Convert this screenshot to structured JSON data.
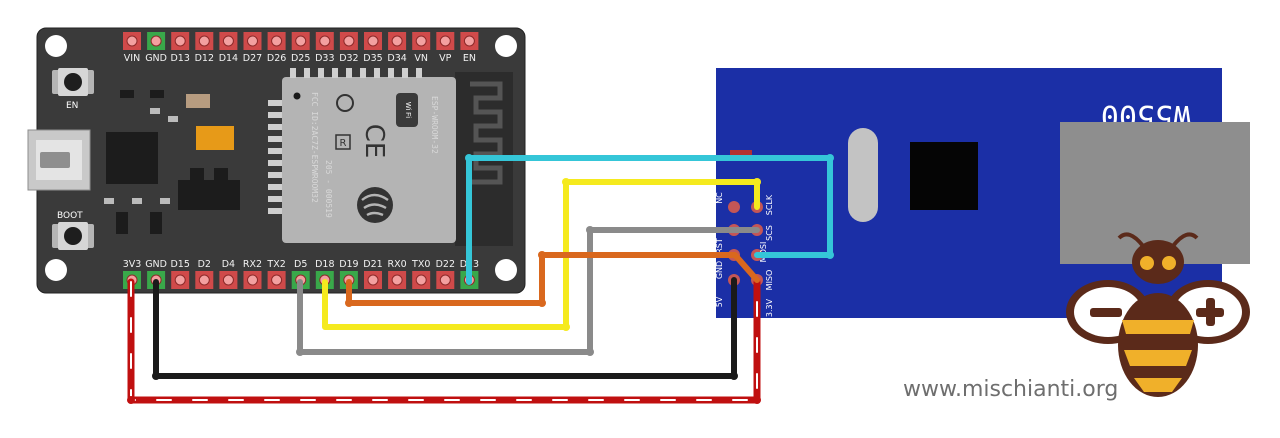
{
  "esp32": {
    "top_pins": [
      "VIN",
      "GND",
      "D13",
      "D12",
      "D14",
      "D27",
      "D26",
      "D25",
      "D33",
      "D32",
      "D35",
      "D34",
      "VN",
      "VP",
      "EN"
    ],
    "bottom_pins": [
      "3V3",
      "GND",
      "D15",
      "D2",
      "D4",
      "RX2",
      "TX2",
      "D5",
      "D18",
      "D19",
      "D21",
      "RX0",
      "TX0",
      "D22",
      "D23"
    ],
    "en_label": "EN",
    "boot_label": "BOOT",
    "module_text": [
      "ESP-WROOM-32",
      "FCC ID:2AC7Z-ESPWROOM32",
      "205 - 000519"
    ],
    "module_logo_text": "Wi Fi",
    "module_logo_r": "R",
    "module_logo_ce": "CE"
  },
  "w5500": {
    "title": "W5500",
    "pins_col1": [
      "NC",
      "RST",
      "GND",
      "5V"
    ],
    "pins_col2": [
      "SCLK",
      "SCS",
      "MISO",
      "3.3V"
    ],
    "pin_mosi": "MOSI",
    "board_color": "#1b2fa6"
  },
  "wires": [
    {
      "from": "D23",
      "to": "MOSI",
      "color": "#35c6d8"
    },
    {
      "from": "D18",
      "to": "SCLK",
      "color": "#f5ea1e"
    },
    {
      "from": "D5",
      "to": "SCS",
      "color": "#8a8a8a"
    },
    {
      "from": "D19",
      "to": "MISO",
      "color": "#d9681e"
    },
    {
      "from": "GND",
      "to": "GND",
      "color": "#1a1a1a"
    },
    {
      "from": "3V3",
      "to": "3.3V",
      "color": "#c01010"
    }
  ],
  "watermark": "www.mischianti.org"
}
